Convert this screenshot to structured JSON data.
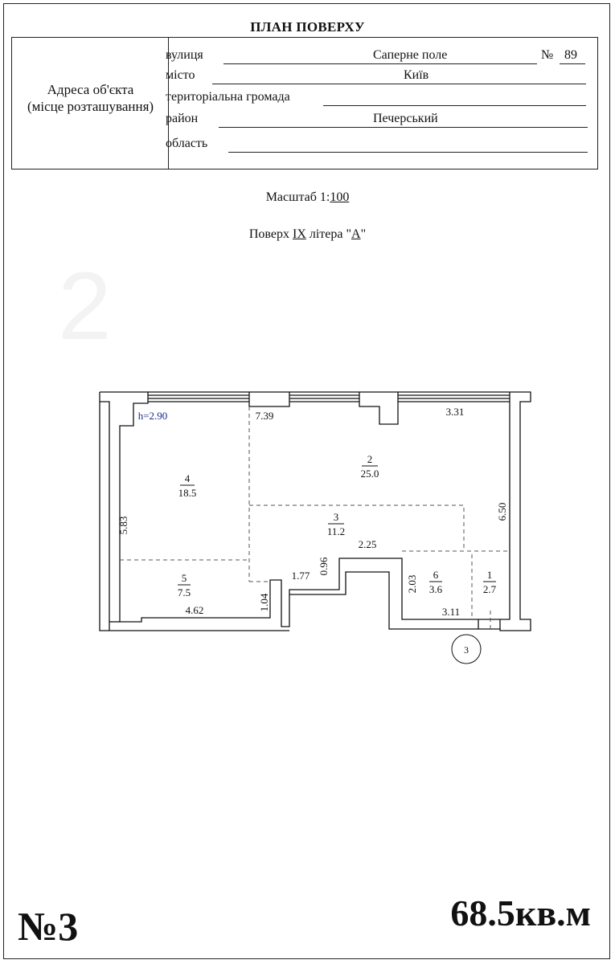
{
  "header": {
    "title": "ПЛАН ПОВЕРХУ"
  },
  "address": {
    "left_label_line1": "Адреса об'єкта",
    "left_label_line2": "(місце розташування)",
    "street_label": "вулиця",
    "street_value": "Саперне поле",
    "number_label": "№",
    "number_value": "89",
    "city_label": "місто",
    "city_value": "Київ",
    "community_label": "територіальна громада",
    "district_label": "район",
    "district_value": "Печерський",
    "region_label": "область"
  },
  "scale": {
    "prefix": "Масштаб 1:",
    "value": "100"
  },
  "floor": {
    "prefix": "Поверх ",
    "floor_value": "IX",
    "middle": " літера \"",
    "letter_value": "А",
    "suffix": "\""
  },
  "plan": {
    "height_mark": "h=2.90",
    "rooms": [
      {
        "number": "4",
        "area": "18.5"
      },
      {
        "number": "2",
        "area": "25.0"
      },
      {
        "number": "3",
        "area": "11.2"
      },
      {
        "number": "5",
        "area": "7.5"
      },
      {
        "number": "6",
        "area": "3.6"
      },
      {
        "number": "1",
        "area": "2.7"
      }
    ],
    "dimensions": {
      "d739": "7.39",
      "d331": "3.31",
      "d583": "5.83",
      "d650": "6.50",
      "d225": "2.25",
      "d096": "0.96",
      "d177": "1.77",
      "d104": "1.04",
      "d462": "4.62",
      "d203": "2.03",
      "d311": "3.11"
    },
    "entrance_marker": "3"
  },
  "footer": {
    "apartment_number": "№3",
    "total_area": "68.5кв.м"
  },
  "colors": {
    "ink": "#111111",
    "height_mark": "#1a2a8a"
  }
}
